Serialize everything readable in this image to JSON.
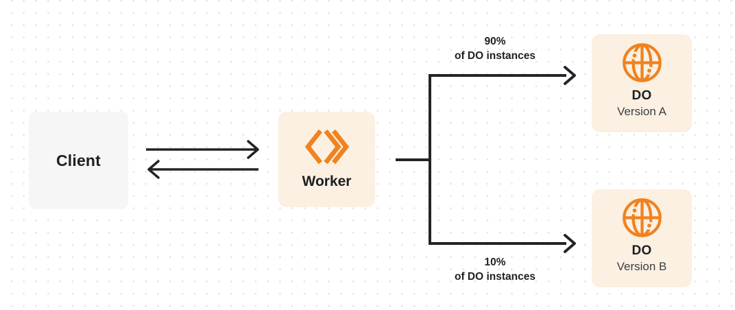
{
  "colors": {
    "canvas-bg": "#FFFFFF",
    "dot": "#E4E4E7",
    "orange": "#F0821F",
    "cream": "#FBF0E1",
    "client-bg": "#F6F6F7",
    "line": "#212327",
    "text-dark": "#1D1F23",
    "text-sub": "#3A3E45"
  },
  "nodes": {
    "client": {
      "label": "Client"
    },
    "worker": {
      "label": "Worker",
      "icon": "cloudflare-workers-icon"
    },
    "do_a": {
      "title": "DO",
      "subtitle": "Version A",
      "icon": "durable-object-globe-icon"
    },
    "do_b": {
      "title": "DO",
      "subtitle": "Version B",
      "icon": "durable-object-globe-icon"
    }
  },
  "edge_labels": {
    "to_a": {
      "line1": "90%",
      "line2": "of DO instances"
    },
    "to_b": {
      "line1": "10%",
      "line2": "of DO instances"
    }
  }
}
